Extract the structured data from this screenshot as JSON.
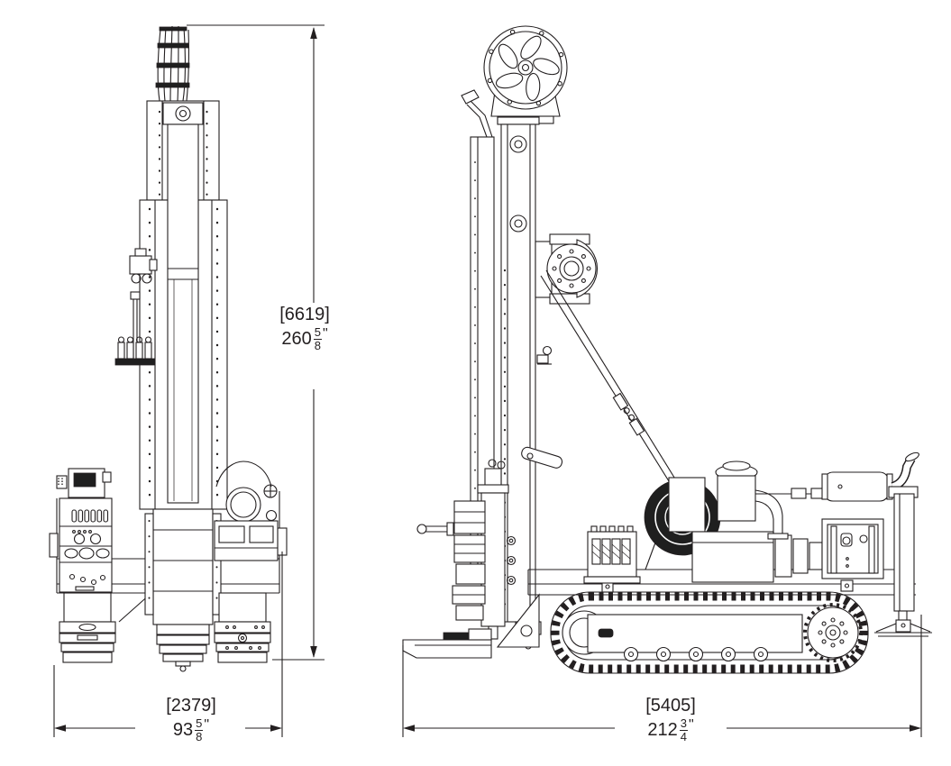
{
  "document": {
    "type": "technical dimensional drawing",
    "subject": "track-mounted geotechnical drill rig with raised mast, two orthographic views",
    "background_color": "#ffffff",
    "line_color": "#231f20"
  },
  "views": {
    "front": {
      "name": "front-elevation",
      "components": [
        "hose-bundle",
        "mast",
        "feed-cylinder",
        "control-console",
        "engine-air-cleaner",
        "track-pad-left",
        "track-pad-right",
        "mast-foot",
        "hose-manifold"
      ]
    },
    "side": {
      "name": "side-elevation",
      "components": [
        "crown-sheave-wheel",
        "mast",
        "hose-guide-rail",
        "rotary-head",
        "mast-brace",
        "feed-cylinder",
        "probe-head-stack",
        "front-blade",
        "hydraulic-valve-bank",
        "hose-reel",
        "engine",
        "air-filter",
        "muffler",
        "exhaust-stack",
        "electrical-box",
        "rear-outrigger",
        "crawler-track"
      ]
    }
  },
  "dimensions": {
    "overall_height": {
      "millimeters_bracketed": "[6619]",
      "inches_whole": "260",
      "inches_fraction_numerator": "5",
      "inches_fraction_denominator": "8",
      "inches_unit_mark": "\""
    },
    "overall_width_front": {
      "millimeters_bracketed": "[2379]",
      "inches_whole": "93",
      "inches_fraction_numerator": "5",
      "inches_fraction_denominator": "8",
      "inches_unit_mark": "\""
    },
    "overall_length_side": {
      "millimeters_bracketed": "[5405]",
      "inches_whole": "212",
      "inches_fraction_numerator": "3",
      "inches_fraction_denominator": "4",
      "inches_unit_mark": "\""
    }
  }
}
